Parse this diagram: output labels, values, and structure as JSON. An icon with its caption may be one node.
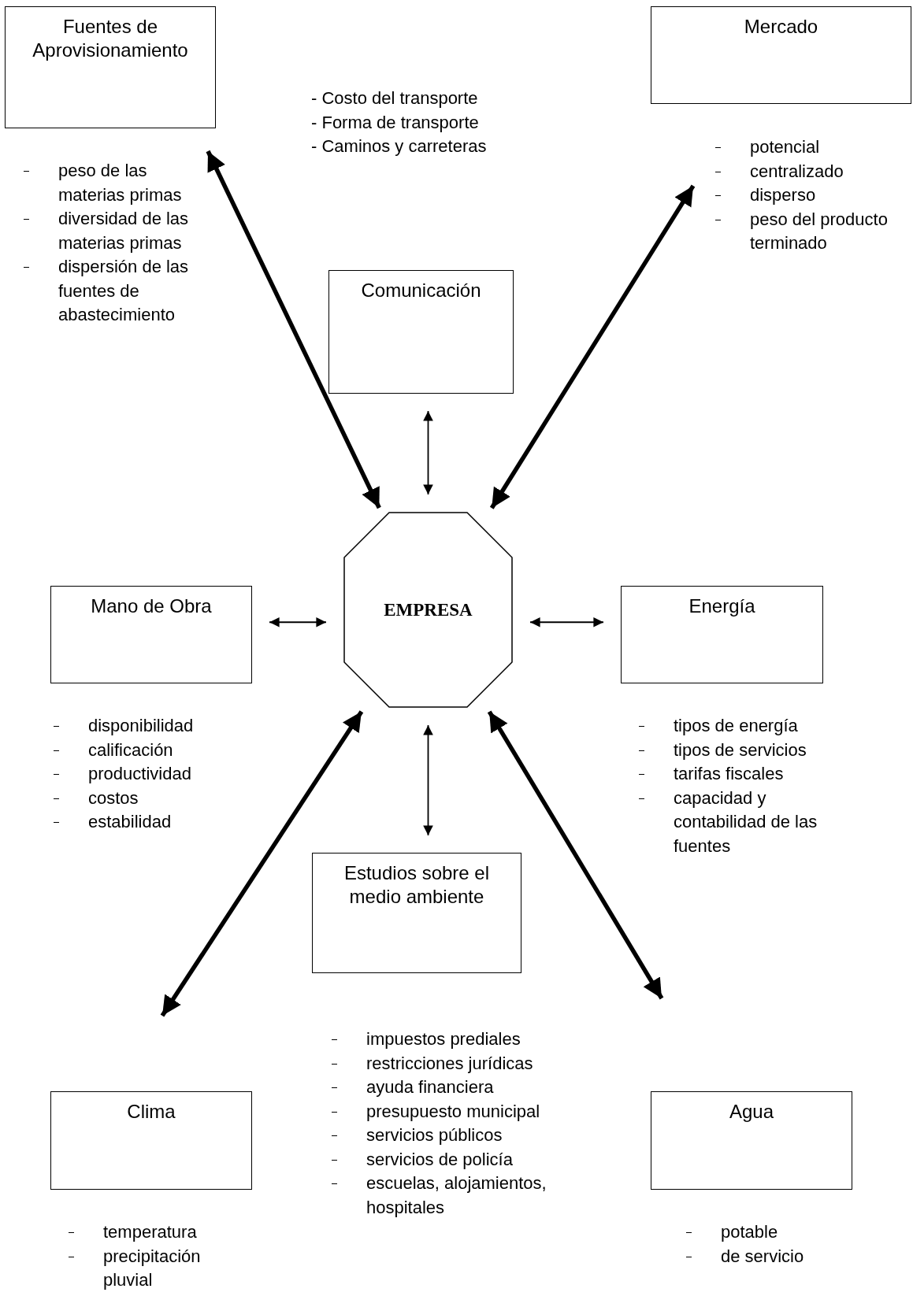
{
  "diagram": {
    "nodes": [
      {
        "text": [
          "Fuentes de Aprovisionamiento"
        ],
        "beside": [
          "peso de las materias primas",
          "diversidad de las materias primas",
          "dispersión de las fuentes de abastecimiento"
        ]
      },
      {
        "text": [
          "Mercado"
        ],
        "beside": [
          "potencial",
          "centralizado",
          "disperso",
          "peso del producto terminado"
        ]
      },
      {
        "text": [
          "Comunicación"
        ],
        "beside": [
          "- Costo del transporte",
          "- Forma de transporte",
          "- Caminos y carreteras"
        ]
      },
      {
        "text": [
          "EMPRESA"
        ]
      },
      {
        "text": [
          "Mano de Obra"
        ],
        "beside": [
          "disponibilidad",
          "calificación",
          "productividad",
          "costos",
          "estabilidad"
        ]
      },
      {
        "text": [
          "Energía"
        ],
        "beside": [
          "tipos de energía",
          "tipos de servicios",
          "tarifas fiscales",
          "capacidad y contabilidad de las fuentes"
        ]
      },
      {
        "text": [
          "Estudios sobre el medio ambiente"
        ],
        "beside": [
          "impuestos prediales",
          "restricciones jurídicas",
          "ayuda financiera",
          "presupuesto municipal",
          "servicios públicos",
          "servicios de policía",
          "escuelas, alojamientos, hospitales"
        ]
      },
      {
        "text": [
          "Clima"
        ],
        "beside": [
          "temperatura",
          "precipitación pluvial"
        ]
      },
      {
        "text": [
          "Agua"
        ],
        "beside": [
          "potable",
          "de servicio"
        ]
      }
    ],
    "edges": [
      {
        "from": 0,
        "to": 3,
        "arrow": "both",
        "style": "thick"
      },
      {
        "from": 1,
        "to": 3,
        "arrow": "both",
        "style": "thick"
      },
      {
        "from": 2,
        "to": 3,
        "arrow": "both"
      },
      {
        "from": 4,
        "to": 3,
        "arrow": "both"
      },
      {
        "from": 3,
        "to": 5,
        "arrow": "both"
      },
      {
        "from": 3,
        "to": 6,
        "arrow": "both"
      },
      {
        "from": 7,
        "to": 3,
        "arrow": "both",
        "style": "thick"
      },
      {
        "from": 8,
        "to": 3,
        "arrow": "both",
        "style": "thick"
      }
    ]
  }
}
